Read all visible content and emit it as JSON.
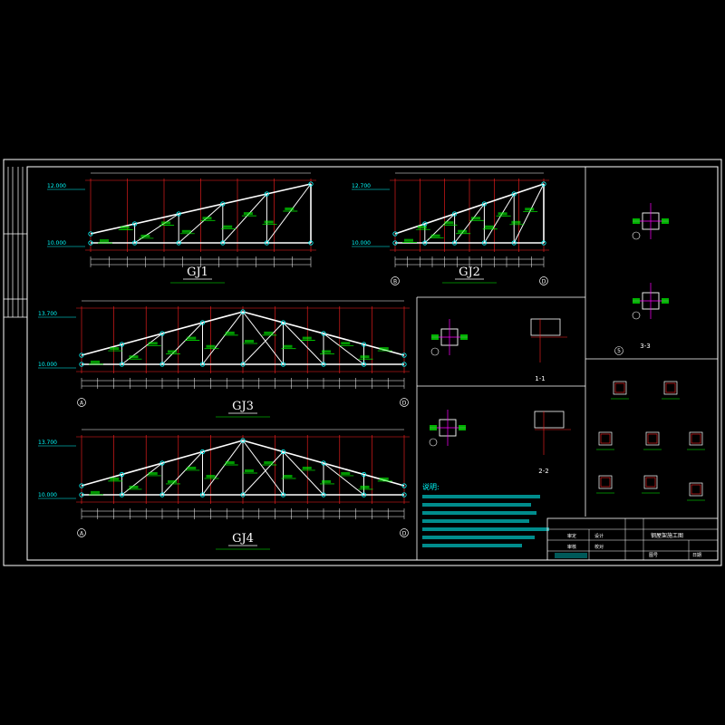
{
  "drawing": {
    "trusses": [
      {
        "name": "GJ1",
        "elev_top": "12.000",
        "elev_bottom": "10.000",
        "axis_left": "",
        "axis_right": ""
      },
      {
        "name": "GJ2",
        "elev_top": "12.700",
        "elev_bottom": "10.000",
        "axis_left": "B",
        "axis_right": "D"
      },
      {
        "name": "GJ3",
        "elev_top": "13.700",
        "elev_bottom": "10.000",
        "axis_left": "A",
        "axis_right": "D"
      },
      {
        "name": "GJ4",
        "elev_top": "13.700",
        "elev_bottom": "10.000",
        "axis_left": "A",
        "axis_right": "D"
      }
    ],
    "detail_labels": [
      "1-1",
      "2-2",
      "3-3",
      "5"
    ],
    "notes_heading": "说明:",
    "title_block": {
      "drawing_title": "钢屋架施工图",
      "labels": [
        "审定",
        "审核",
        "设计",
        "校对",
        "图号",
        "日期"
      ]
    },
    "colors": {
      "background": "#000000",
      "frame": "#ffffff",
      "truss_chord": "#ffffff",
      "member": "#00ff00",
      "annotation": "#00ffff",
      "grid": "#ff2020",
      "detail": "#ff00ff"
    }
  }
}
